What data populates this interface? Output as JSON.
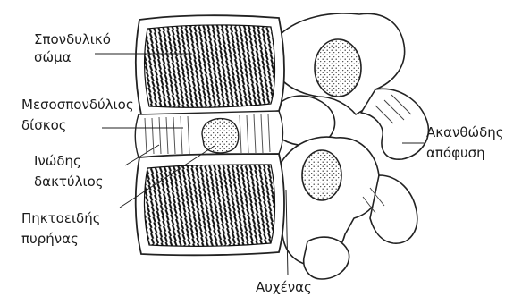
{
  "labels": {
    "vertebral_body": [
      "Σπονδυλικό",
      "σώμα"
    ],
    "intervertebral_disc": [
      "Μεσοσπονδύλιος",
      "δίσκος"
    ],
    "annulus_fibrosus": [
      "Ινώδης",
      "δακτύλιος"
    ],
    "nucleus_pulposus": [
      "Πηκτοειδής",
      "πυρήνας"
    ],
    "spinous_process": [
      "Ακανθώδης",
      "απόφυση"
    ],
    "pedicle": "Αυχένας"
  }
}
